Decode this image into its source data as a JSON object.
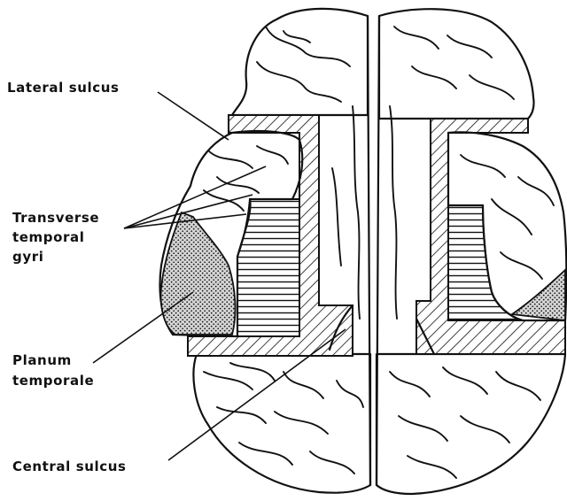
{
  "labels": {
    "lateral_sulcus": "Lateral sulcus",
    "transverse_line1": "Transverse",
    "transverse_line2": "temporal",
    "transverse_line3": "gyri",
    "planum_line1": "Planum",
    "planum_line2": "temporale",
    "central_sulcus": "Central sulcus"
  },
  "colors": {
    "ink": "#111111",
    "paper": "#ffffff"
  }
}
